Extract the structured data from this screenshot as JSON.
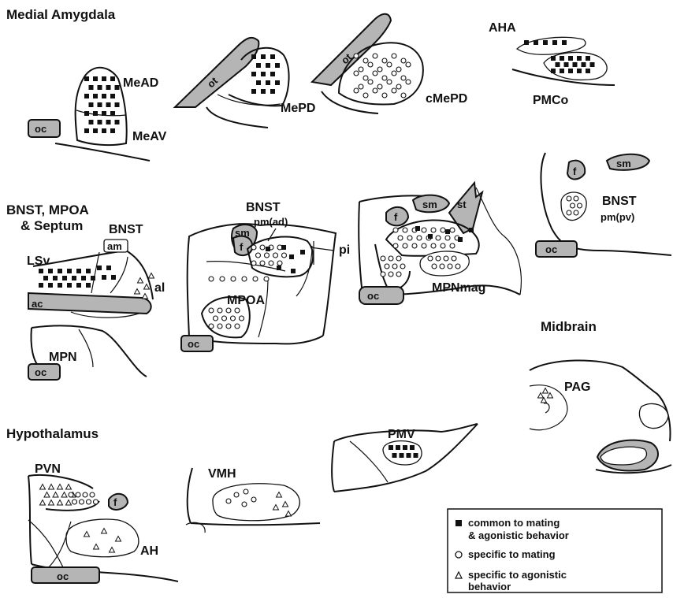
{
  "sections": {
    "medial_amygdala": "Medial Amygdala",
    "bnst_mpoa_septum_line1": "BNST, MPOA",
    "bnst_mpoa_septum_line2": "& Septum",
    "hypothalamus": "Hypothalamus",
    "midbrain": "Midbrain"
  },
  "labels": {
    "MeAD": "MeAD",
    "MeAV": "MeAV",
    "MePD": "MePD",
    "cMePD": "cMePD",
    "AHA": "AHA",
    "PMCo": "PMCo",
    "ot": "ot",
    "oc": "oc",
    "LSv": "LSv",
    "BNST": "BNST",
    "am": "am",
    "al": "al",
    "ac": "ac",
    "MPN": "MPN",
    "pm_ad": "pm(ad)",
    "pi": "pi",
    "sm": "sm",
    "f": "f",
    "MPOA": "MPOA",
    "st": "st",
    "MPNmag": "MPNmag",
    "pm_pv": "pm(pv)",
    "PAG": "PAG",
    "PVN": "PVN",
    "AH": "AH",
    "VMH": "VMH",
    "PMV": "PMV"
  },
  "legend": {
    "common_line1": "common to mating",
    "common_line2": "& agonistic behavior",
    "mating": "specific to mating",
    "agonistic_line1": "specific to agonistic",
    "agonistic_line2": "behavior"
  }
}
